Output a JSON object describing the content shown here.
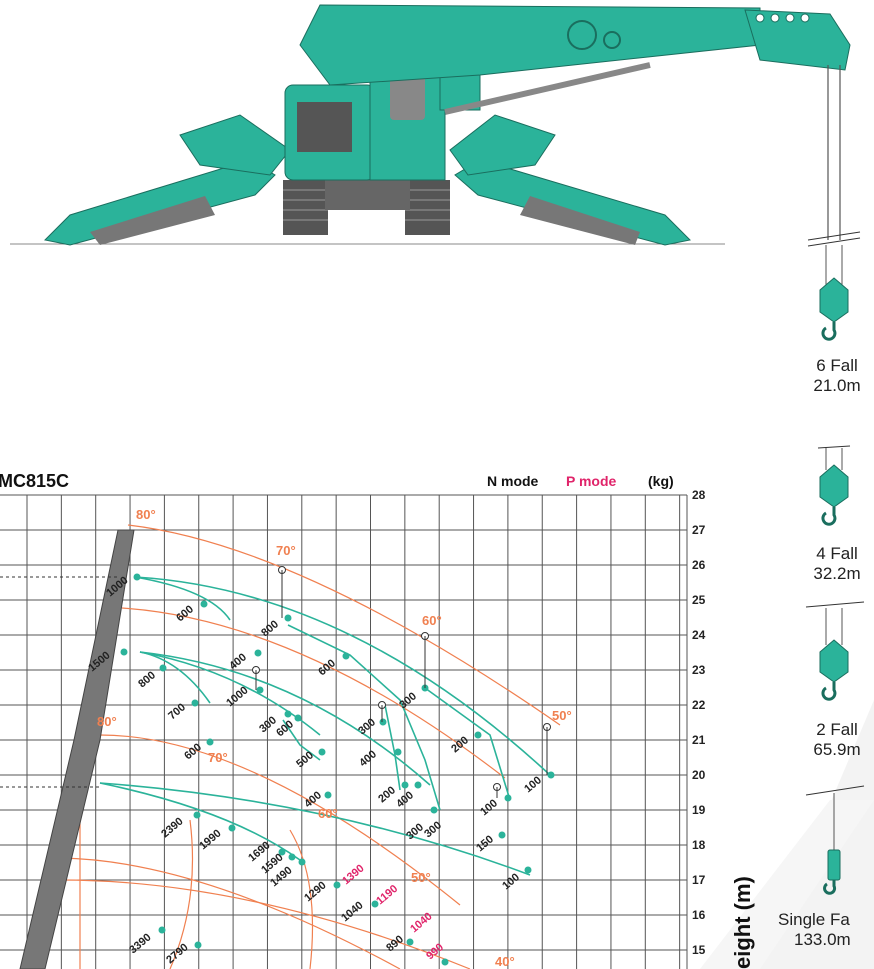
{
  "header": {
    "model": "MC815C",
    "mode_n": "N mode",
    "mode_p": "P mode",
    "unit": "(kg)"
  },
  "colors": {
    "crane_green": "#2bb39a",
    "crane_dark": "#1a6e5e",
    "arc_orange": "#f08050",
    "p_mode_pink": "#e0246a",
    "grid": "#555555",
    "watermark": "#f2f2f2"
  },
  "y_axis": {
    "label": "eight (m)",
    "ticks": [
      "28",
      "27",
      "26",
      "25",
      "24",
      "23",
      "22",
      "21",
      "20",
      "19",
      "18",
      "17",
      "16",
      "15"
    ]
  },
  "falls": [
    {
      "name": "6 Fall",
      "length": "21.0m"
    },
    {
      "name": "4 Fall",
      "length": "32.2m"
    },
    {
      "name": "2 Fall",
      "length": "65.9m"
    },
    {
      "name": "Single Fa",
      "length": "133.0m"
    }
  ],
  "angle_labels": [
    "80°",
    "70°",
    "60°",
    "50°",
    "80°",
    "70°",
    "60°",
    "50°",
    "40°"
  ],
  "load_labels": {
    "n_mode": [
      "1000",
      "600",
      "800",
      "400",
      "600",
      "300",
      "1500",
      "800",
      "700",
      "1000",
      "300",
      "600",
      "300",
      "600",
      "500",
      "400",
      "300",
      "200",
      "200",
      "400",
      "400",
      "100",
      "100",
      "150",
      "300",
      "100",
      "2390",
      "1990",
      "1690",
      "1590",
      "1490",
      "1290",
      "1040",
      "890",
      "3390",
      "2790"
    ],
    "p_mode": [
      "1390",
      "1190",
      "1040",
      "990"
    ]
  }
}
